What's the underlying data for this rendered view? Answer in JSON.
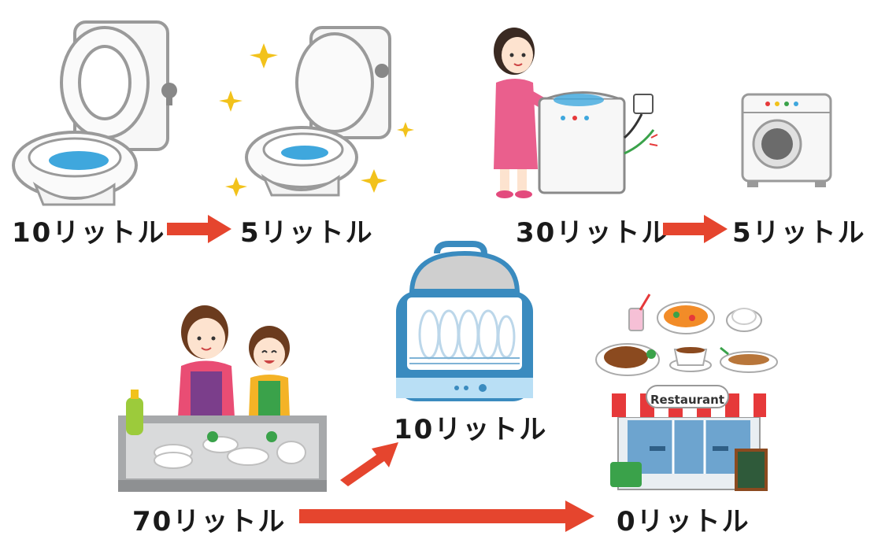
{
  "labels": {
    "toilet_old": "10リットル",
    "toilet_new": "5リットル",
    "washer_old": "30リットル",
    "washer_new": "5リットル",
    "dishwasher": "10リットル",
    "handwash": "70リットル",
    "restaurant": "0リットル"
  },
  "restaurant_sign": "Restaurant",
  "icons": [
    "old-toilet-icon",
    "new-toilet-icon",
    "woman-washing-machine-icon",
    "drum-washer-icon",
    "handwashing-dishes-icon",
    "dishwasher-icon",
    "restaurant-icon",
    "arrow-icon"
  ],
  "colors": {
    "arrow": "#e5452e",
    "water": "#3fa7dd",
    "awning": "#e6393a"
  }
}
